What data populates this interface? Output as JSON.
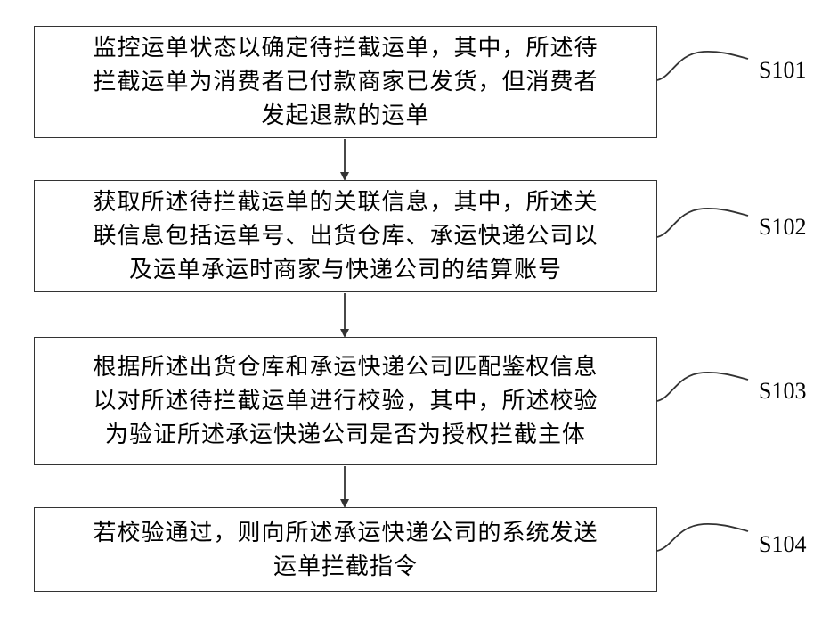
{
  "steps": [
    {
      "id": "S101",
      "lines": [
        "监控运单状态以确定待拦截运单，其中，所述待",
        "拦截运单为消费者已付款商家已发货，但消费者",
        "发起退款的运单"
      ]
    },
    {
      "id": "S102",
      "lines": [
        "获取所述待拦截运单的关联信息，其中，所述关",
        "联信息包括运单号、出货仓库、承运快递公司以",
        "及运单承运时商家与快递公司的结算账号"
      ]
    },
    {
      "id": "S103",
      "lines": [
        "根据所述出货仓库和承运快递公司匹配鉴权信息",
        "以对所述待拦截运单进行校验，其中，所述校验",
        "为验证所述承运快递公司是否为授权拦截主体"
      ]
    },
    {
      "id": "S104",
      "lines": [
        "若校验通过，则向所述承运快递公司的系统发送",
        "运单拦截指令"
      ]
    }
  ],
  "colors": {
    "border": "#333333",
    "text": "#000000",
    "background": "#ffffff"
  }
}
